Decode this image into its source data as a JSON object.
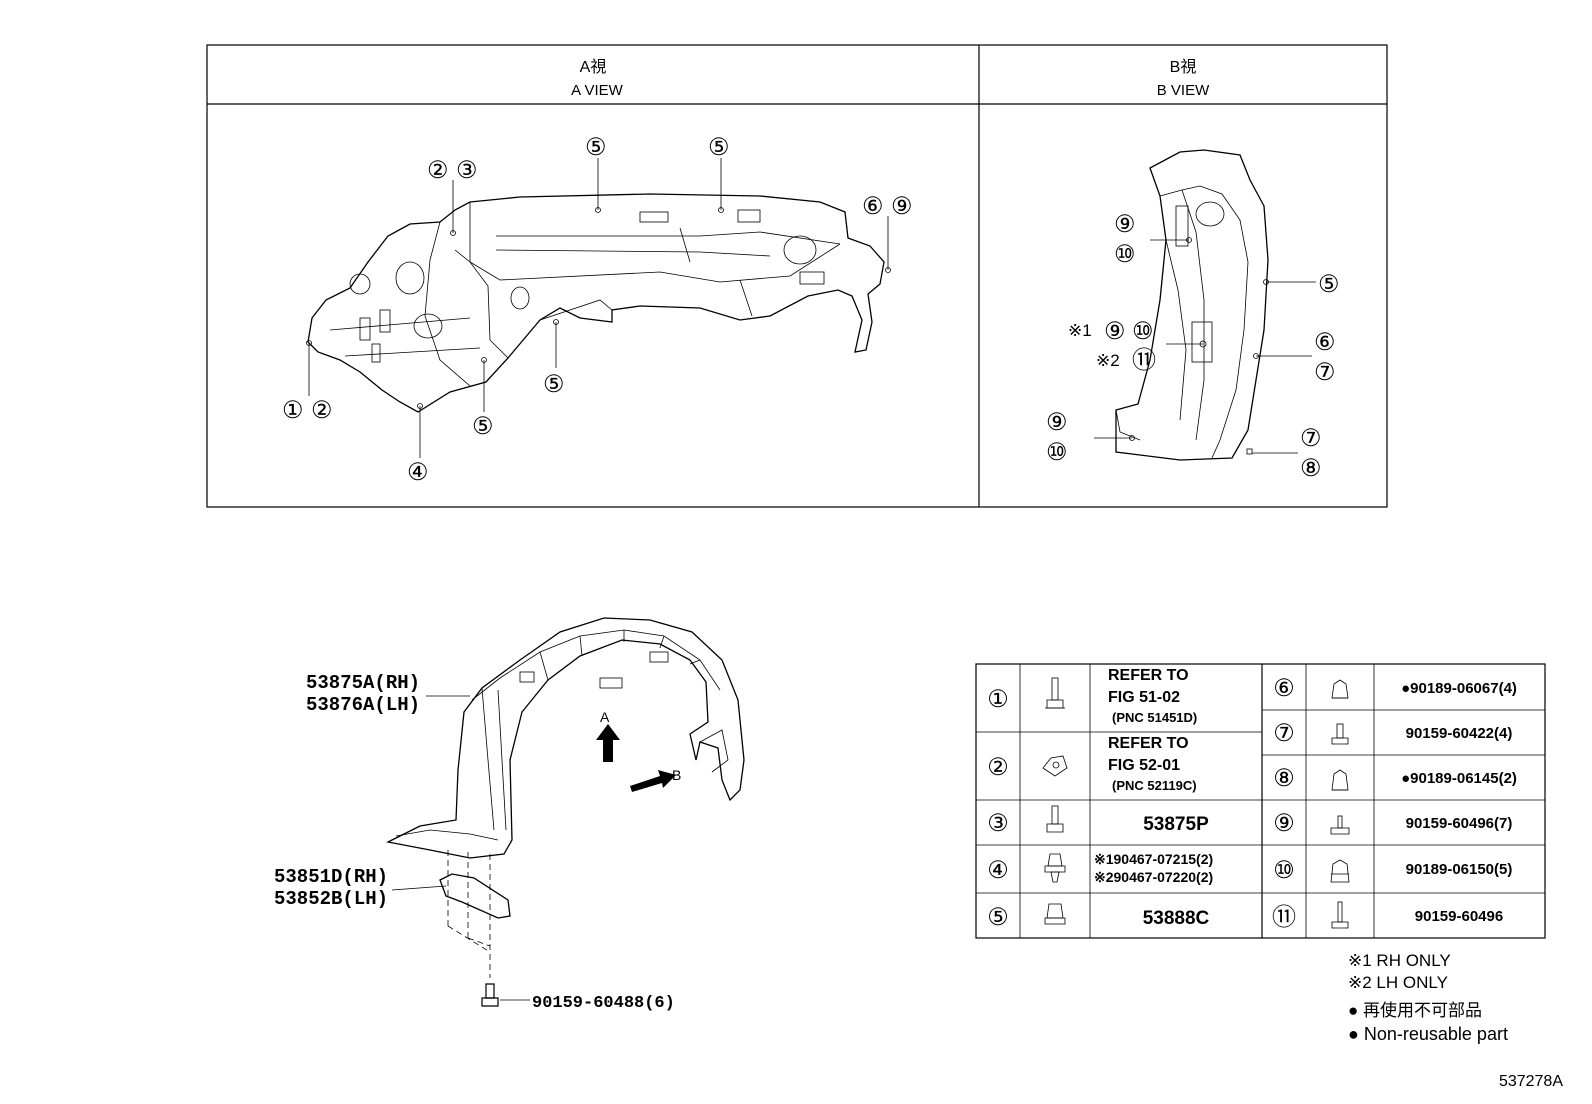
{
  "views": {
    "a_jp": "A視",
    "a_en": "A VIEW",
    "b_jp": "B視",
    "b_en": "B VIEW"
  },
  "callouts_a": {
    "top_left": [
      "②",
      "③"
    ],
    "top_mid1": "⑤",
    "top_mid2": "⑤",
    "right": [
      "⑥",
      "⑨"
    ],
    "bottom_left": [
      "①",
      "②"
    ],
    "bottom_4": "④",
    "bottom_5a": "⑤",
    "bottom_5b": "⑤"
  },
  "callouts_b": {
    "upper": [
      "⑨",
      "⑩"
    ],
    "mid_note1": "※1",
    "mid_pair": [
      "⑨",
      "⑩"
    ],
    "mid_note2": "※2",
    "mid_11": "⑪",
    "lower": [
      "⑨",
      "⑩"
    ],
    "right_5": "⑤",
    "right_67": [
      "⑥",
      "⑦"
    ],
    "right_78": [
      "⑦",
      "⑧"
    ]
  },
  "parts": {
    "liner_rh": "53875A(RH)",
    "liner_lh": "53876A(LH)",
    "seal_rh": "53851D(RH)",
    "seal_lh": "53852B(LH)",
    "screw": "90159-60488(6)",
    "arrow_a": "A",
    "arrow_b": "B"
  },
  "table": {
    "left": [
      {
        "num": "①",
        "lines": [
          "REFER TO",
          "FIG 51-02",
          "(PNC 51451D)"
        ]
      },
      {
        "num": "②",
        "lines": [
          "REFER TO",
          "FIG 52-01",
          "(PNC 52119C)"
        ]
      },
      {
        "num": "③",
        "lines": [
          "53875P"
        ]
      },
      {
        "num": "④",
        "lines": [
          "※190467-07215(2)",
          "※290467-07220(2)"
        ]
      },
      {
        "num": "⑤",
        "lines": [
          "53888C"
        ]
      }
    ],
    "right": [
      {
        "num": "⑥",
        "part": "●90189-06067(4)"
      },
      {
        "num": "⑦",
        "part": "90159-60422(4)"
      },
      {
        "num": "⑧",
        "part": "●90189-06145(2)"
      },
      {
        "num": "⑨",
        "part": "90159-60496(7)"
      },
      {
        "num": "⑩",
        "part": "90189-06150(5)"
      },
      {
        "num": "⑪",
        "part": "90159-60496"
      }
    ]
  },
  "notes": {
    "rh_only": "※1 RH ONLY",
    "lh_only": "※2 LH ONLY",
    "jp_nonreuse": "● 再使用不可部品",
    "en_nonreuse": "● Non-reusable part"
  },
  "drawing_id": "537278A"
}
